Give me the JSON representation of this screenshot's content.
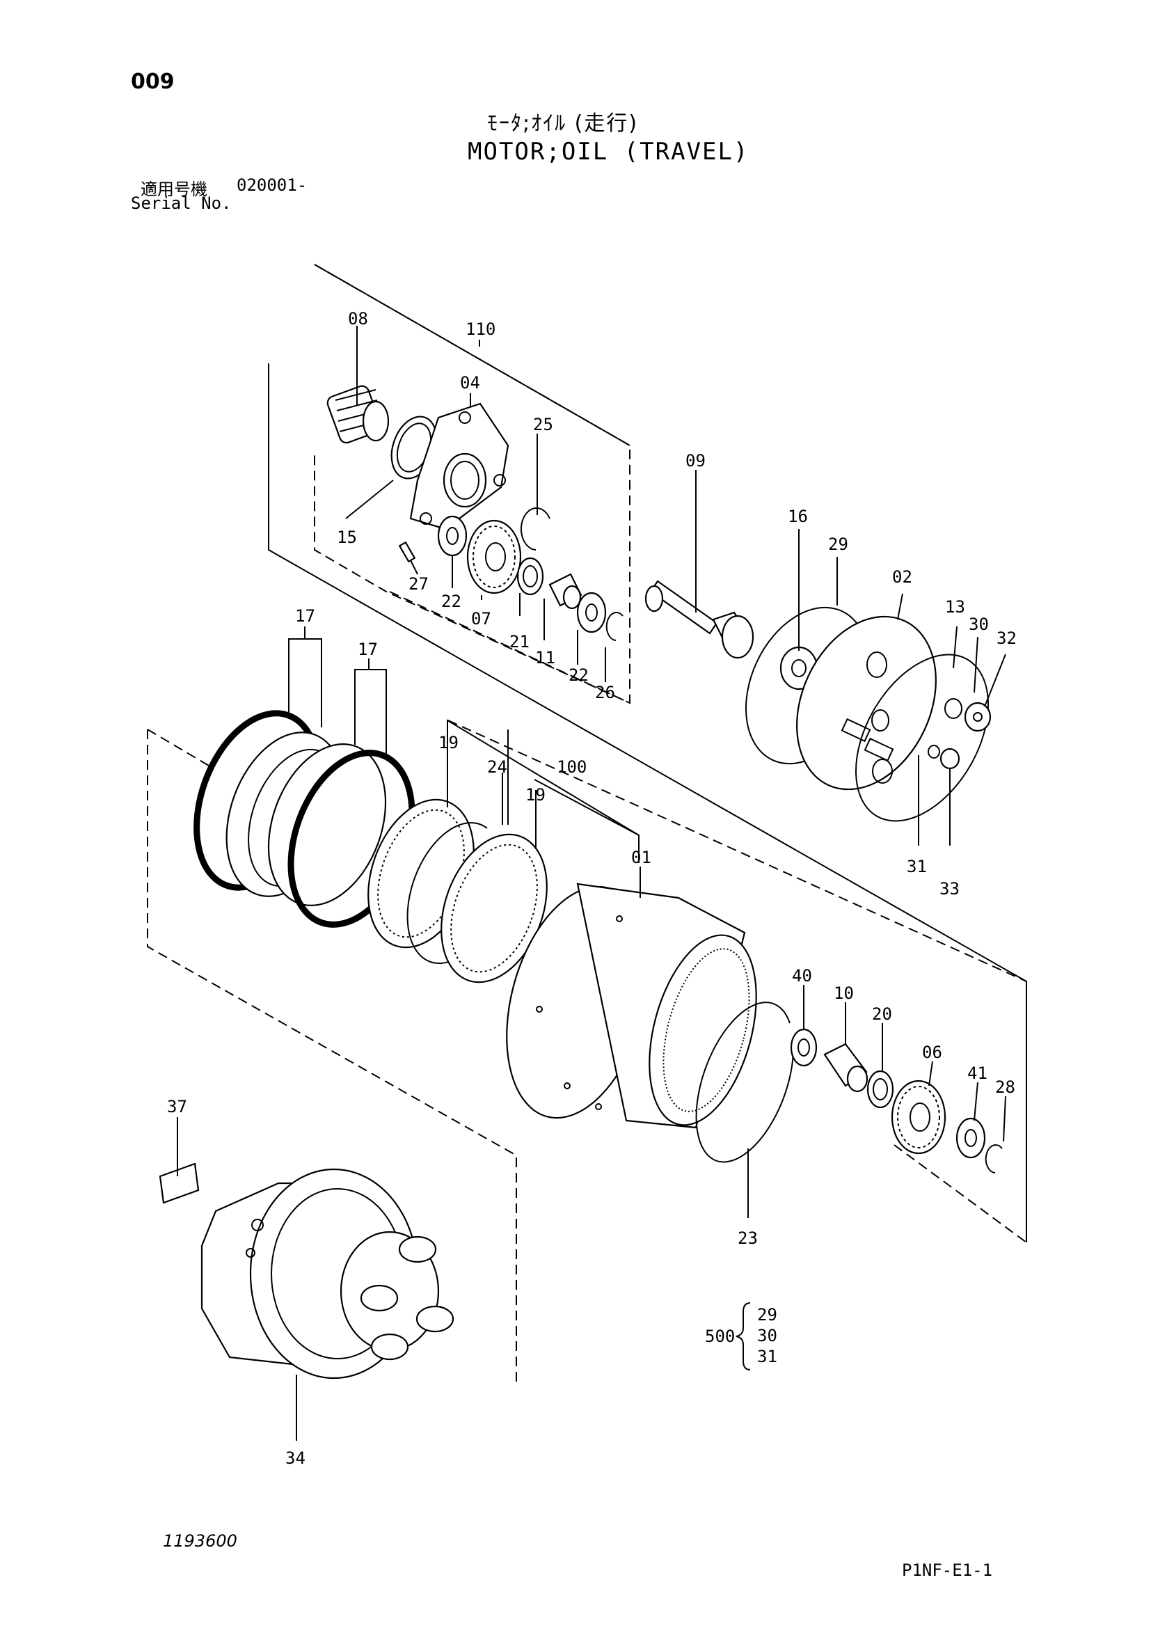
{
  "page_number": "009",
  "title_jp": "ﾓｰﾀ;ｵｲﾙ (走行)",
  "title_en": "MOTOR;OIL (TRAVEL)",
  "serial": {
    "label_jp": "適用号機",
    "value": "020001-",
    "label_en": "Serial No."
  },
  "parts": {
    "p110": "110",
    "p08": "08",
    "p04": "04",
    "p25": "25",
    "p15": "15",
    "p27": "27",
    "p22a": "22",
    "p07": "07",
    "p21": "21",
    "p11": "11",
    "p22b": "22",
    "p26": "26",
    "p09": "09",
    "p16": "16",
    "p29": "29",
    "p02": "02",
    "p13": "13",
    "p30": "30",
    "p32": "32",
    "p31": "31",
    "p33": "33",
    "p17a": "17",
    "p17b": "17",
    "p19a": "19",
    "p24": "24",
    "p100": "100",
    "p19b": "19",
    "p01": "01",
    "p40": "40",
    "p10": "10",
    "p20": "20",
    "p06": "06",
    "p41": "41",
    "p28": "28",
    "p23": "23",
    "p37": "37",
    "p34": "34"
  },
  "kit": {
    "number": "500",
    "items": [
      "29",
      "30",
      "31"
    ]
  },
  "drawing_number": "1193600",
  "page_code": "P1NF-E1-1"
}
